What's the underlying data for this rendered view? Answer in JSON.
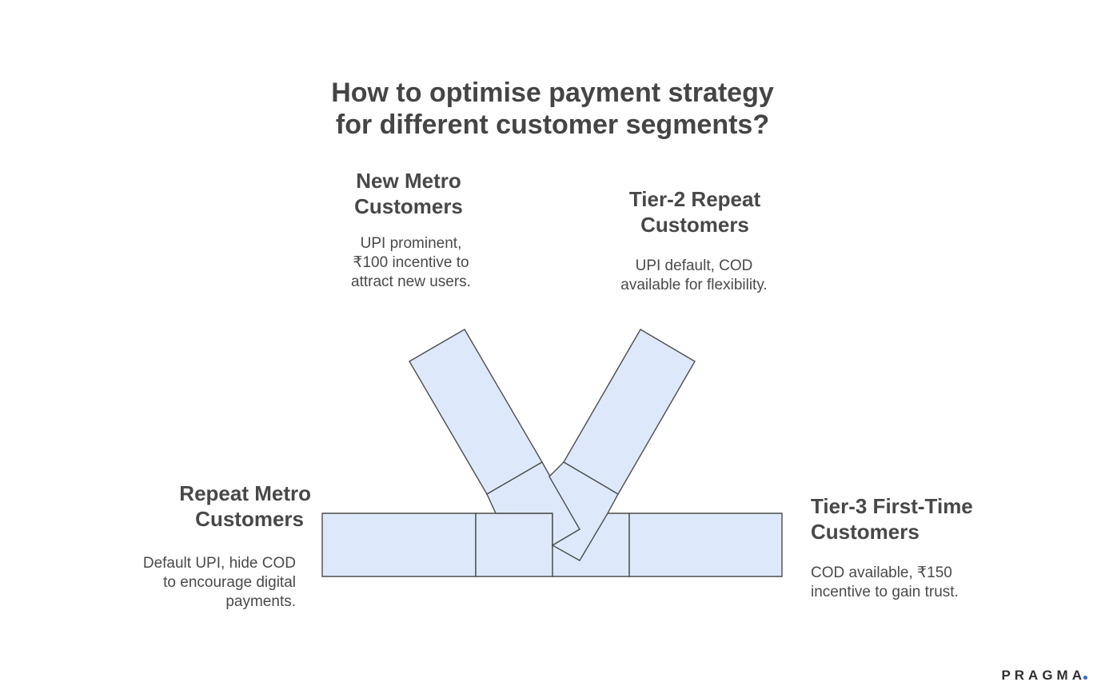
{
  "title_lines": [
    "How to optimise payment strategy",
    "for different customer segments?"
  ],
  "segments": {
    "new_metro": {
      "heading": [
        "New Metro",
        "Customers"
      ],
      "description": [
        "UPI prominent,",
        "₹100 incentive to",
        "attract new users."
      ]
    },
    "tier2_repeat": {
      "heading": [
        "Tier-2 Repeat",
        "Customers"
      ],
      "description": [
        "UPI default, COD",
        "available for flexibility."
      ]
    },
    "repeat_metro": {
      "heading": [
        "Repeat Metro",
        "Customers"
      ],
      "description": [
        "Default UPI, hide COD",
        "to encourage digital",
        "payments."
      ]
    },
    "tier3_first": {
      "heading": [
        "Tier-3 First-Time",
        "Customers"
      ],
      "description": [
        "COD available, ₹150",
        "incentive to gain trust."
      ]
    }
  },
  "colors": {
    "block_fill": "#dde9fb",
    "block_stroke": "#4d4d4d",
    "text": "#474747",
    "logo_dot": "#3a66d9"
  },
  "logo": "PRAGMA"
}
